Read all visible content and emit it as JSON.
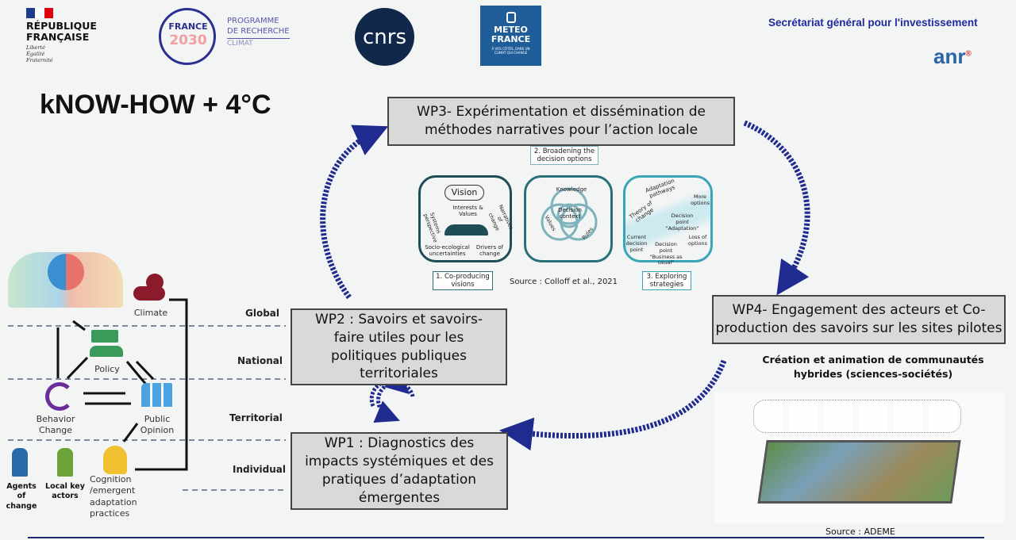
{
  "logos": {
    "republique": {
      "name": "RÉPUBLIQUE FRANÇAISE",
      "line1": "RÉPUBLIQUE",
      "line2": "FRANÇAISE",
      "motto": [
        "Liberté",
        "Égalité",
        "Fraternité"
      ]
    },
    "france2030": {
      "badge_top": "FRANCE",
      "badge_year": "2030",
      "text1": "PROGRAMME",
      "text2": "DE RECHERCHE",
      "text3": "CLIMAT"
    },
    "cnrs": {
      "text": "cnrs"
    },
    "meteo": {
      "line1": "METEO",
      "line2": "FRANCE",
      "tagline": "À VOS CÔTÉS, DANS UN CLIMAT QUI CHANGE"
    },
    "sgpi": {
      "text": "Secrétariat général pour l'investissement"
    },
    "anr": {
      "text": "anr",
      "mark": "®"
    }
  },
  "title": "kNOW-HOW + 4°C",
  "work_packages": {
    "wp3": "WP3- Expérimentation et dissémination de méthodes narratives pour l’action locale",
    "wp4": "WP4- Engagement des acteurs et Co-production des savoirs sur les sites pilotes",
    "wp2": "WP2 :  Savoirs et savoirs-faire utiles pour les politiques publiques territoriales",
    "wp1": "WP1 :  Diagnostics des impacts systémiques et des pratiques d’adaptation émergentes"
  },
  "colloff_figure": {
    "step1": "1. Co-producing visions",
    "step2": "2. Broadening the decision options",
    "step3": "3. Exploring strategies",
    "vision": "Vision",
    "interests": "Interests & Values",
    "systems": "Systems perspective",
    "narratives": "Narratives of change",
    "socio": "Socio-ecological uncertainties",
    "drivers": "Drivers of change",
    "knowledge": "Knowledge",
    "decision_context": "Decision context",
    "values": "Values",
    "rules": "Rules",
    "pathways": "Adaptation pathways",
    "theory": "Theory of change",
    "more_options": "More options",
    "dp_adapt": "Decision point \"Adaptation\"",
    "current": "Current decision point",
    "dp_bau": "Decision point \"Business as usual\"",
    "loss": "Loss of options",
    "source": "Source : Colloff et al., 2021"
  },
  "levels_figure": {
    "levels": [
      "Global",
      "National",
      "Territorial",
      "Individual"
    ],
    "climate": "Climate",
    "policy": "Policy",
    "behavior": "Behavior Change",
    "opinion": "Public Opinion",
    "cognition": "Cognition /emergent adaptation practices",
    "agents": "Agents of change",
    "local": "Local key actors"
  },
  "right_panel": {
    "heading": "Création et animation de communautés hybrides (sciences-sociétés)",
    "source": "Source : ADEME"
  },
  "colors": {
    "arrow": "#1f2b8f",
    "teal": "#1f5f6b",
    "navy": "#1b2a6b",
    "anr": "#2a63a8"
  }
}
